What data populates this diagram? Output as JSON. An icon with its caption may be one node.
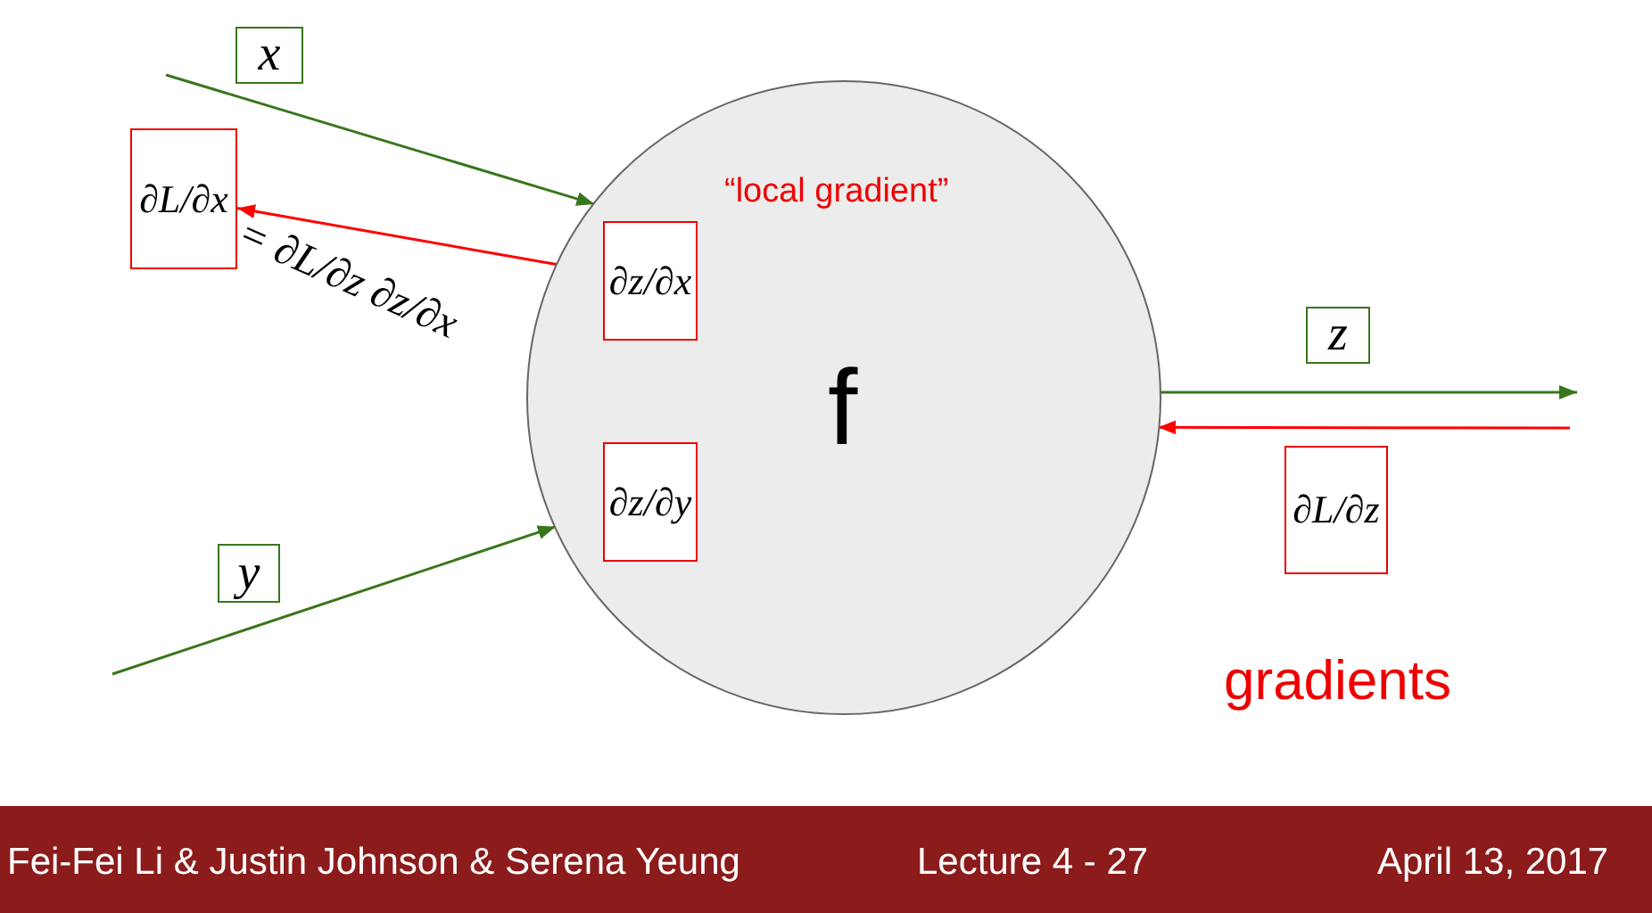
{
  "diagram": {
    "nodes": [
      {
        "text": [
          "f"
        ]
      },
      {
        "text": [
          "∂z/∂x"
        ],
        "in": 0
      },
      {
        "text": [
          "∂z/∂y"
        ],
        "in": 0
      },
      {
        "text": [
          "x"
        ]
      },
      {
        "text": [
          "∂L/∂x"
        ]
      },
      {
        "text": [
          "y"
        ]
      },
      {
        "text": [
          "z"
        ]
      },
      {
        "text": [
          "∂L/∂z"
        ]
      }
    ],
    "edges": [
      {
        "from": null,
        "to": 0,
        "arrow": "to"
      },
      {
        "from": 0,
        "to": 4,
        "arrow": "to",
        "color": "#ff0000"
      },
      {
        "from": null,
        "to": 0,
        "arrow": "to"
      },
      {
        "from": 0,
        "to": null,
        "arrow": "to"
      },
      {
        "from": null,
        "to": 0,
        "arrow": "to",
        "color": "#ff0000"
      }
    ],
    "labels": [
      "“local gradient”",
      "= ∂L/∂z ∂z/∂x",
      "gradients",
      "Fei-Fei Li & Justin Johnson & Serena Yeung",
      "Lecture 4 - 27",
      "April 13, 2017"
    ]
  }
}
